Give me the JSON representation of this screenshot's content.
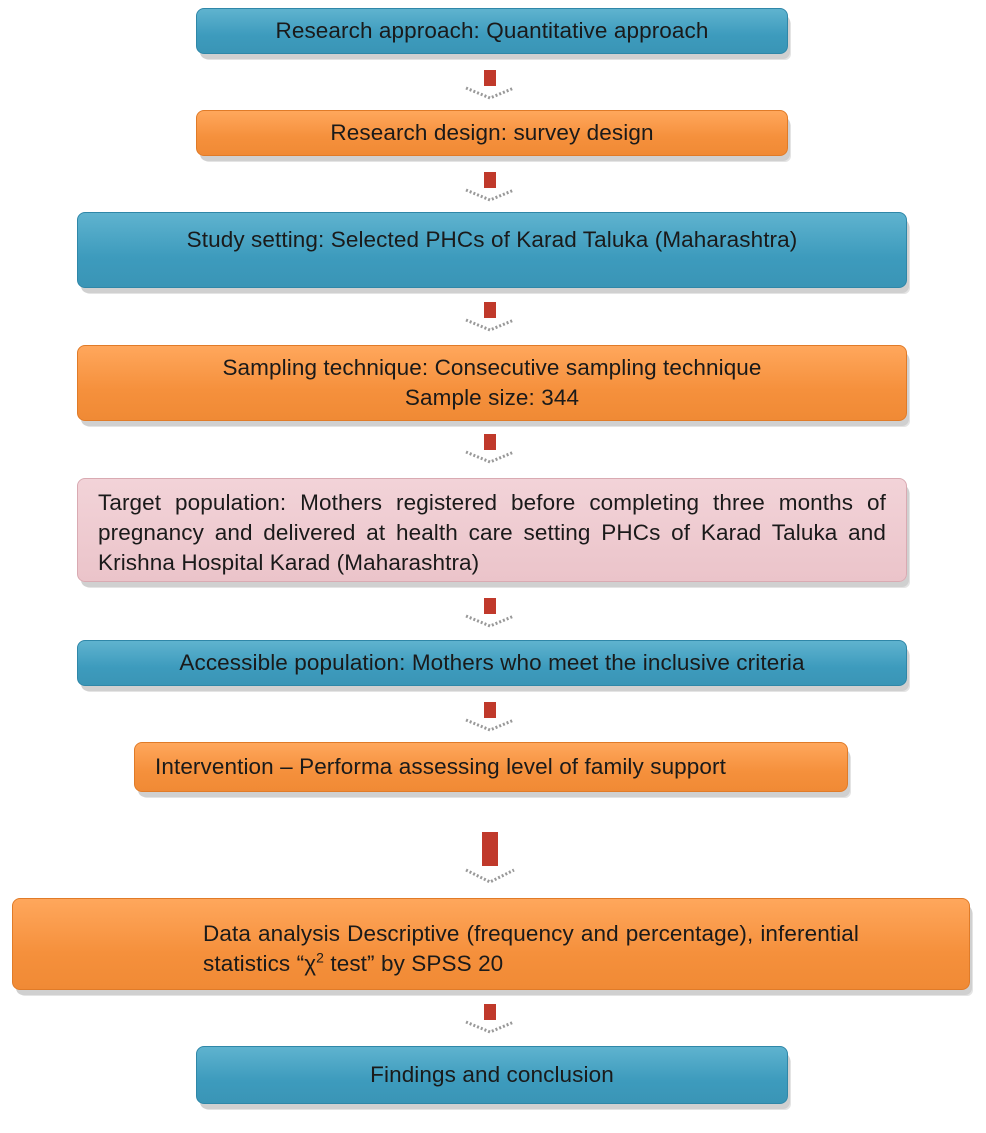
{
  "steps": {
    "approach": "Research approach: Quantitative approach",
    "design": "Research design: survey design",
    "setting": "Study setting: Selected PHCs of Karad Taluka (Maharashtra)",
    "sampling": {
      "line1": "Sampling technique: Consecutive sampling technique",
      "line2": "Sample size: 344"
    },
    "target": "Target population: Mothers registered before completing three months of pregnancy and delivered at health care setting PHCs of Karad Taluka and Krishna Hospital Karad (Maharashtra)",
    "accessible": "Accessible population: Mothers who meet the inclusive criteria",
    "intervention": "Intervention – Performa assessing level of family support",
    "analysis": {
      "line1": "Data analysis Descriptive (frequency and percentage), inferential statistics “χ",
      "sup": "2",
      "line2": " test” by SPSS 20"
    },
    "findings": "Findings and conclusion"
  },
  "colors": {
    "blue": "#3d9bbd",
    "orange": "#f5903c",
    "pink": "#ebc4ca",
    "arrow": "#c0392b"
  }
}
